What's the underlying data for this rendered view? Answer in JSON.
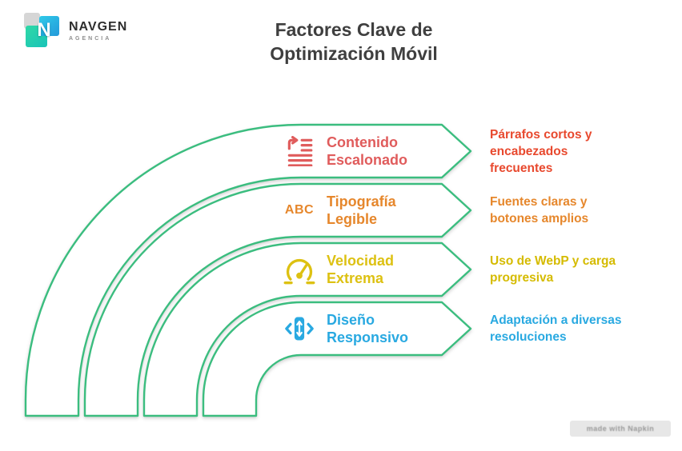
{
  "logo": {
    "brand": "NAVGEN",
    "tagline": "AGENCIA",
    "mark_letter": "N"
  },
  "title": "Factores Clave de\nOptimización Móvil",
  "diagram": {
    "type": "concentric-arc-banner-infographic",
    "arc_color": "#3bbd7f",
    "rows": [
      {
        "icon": "layered-content-icon",
        "label": "Contenido\nEscalonado",
        "label_color": "#e05c5c",
        "desc": "Párrafos cortos y\nencabezados\nfrecuentes",
        "desc_color": "#e8492e"
      },
      {
        "icon": "abc-typography-icon",
        "icon_text": "ABC",
        "label": "Tipografía\nLegible",
        "label_color": "#e6872c",
        "desc": "Fuentes claras y\nbotones amplios",
        "desc_color": "#e6872c"
      },
      {
        "icon": "speedometer-icon",
        "label": "Velocidad\nExtrema",
        "label_color": "#ddc112",
        "desc": "Uso de WebP y carga\nprogresiva",
        "desc_color": "#d5bb00"
      },
      {
        "icon": "responsive-phone-icon",
        "label": "Diseño\nResponsivo",
        "label_color": "#29a9e1",
        "desc": "Adaptación a diversas\nresoluciones",
        "desc_color": "#29a9e1"
      }
    ]
  },
  "watermark": {
    "label": "made with Napkin"
  }
}
